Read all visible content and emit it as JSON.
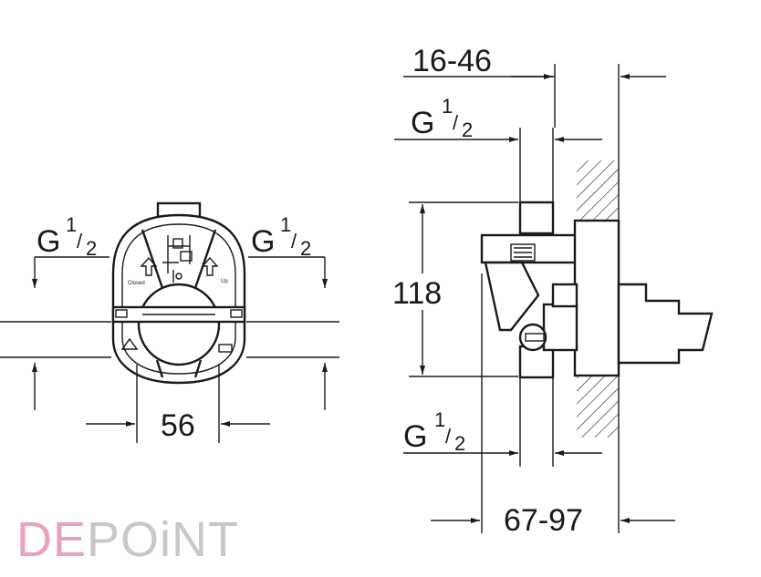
{
  "front_view": {
    "thread_left": {
      "g": "G",
      "num": "1",
      "den": "2"
    },
    "thread_right": {
      "g": "G",
      "num": "1",
      "den": "2"
    },
    "width": "56"
  },
  "side_view": {
    "depth_top": "16-46",
    "thread_top": {
      "g": "G",
      "num": "1",
      "den": "2"
    },
    "height": "118",
    "thread_bottom": {
      "g": "G",
      "num": "1",
      "den": "2"
    },
    "depth_bottom": "67-97"
  },
  "watermark": {
    "part1": "DE",
    "part2": "POiNT",
    "color1": "#e9a3b8",
    "color2": "#c8c8c8"
  }
}
